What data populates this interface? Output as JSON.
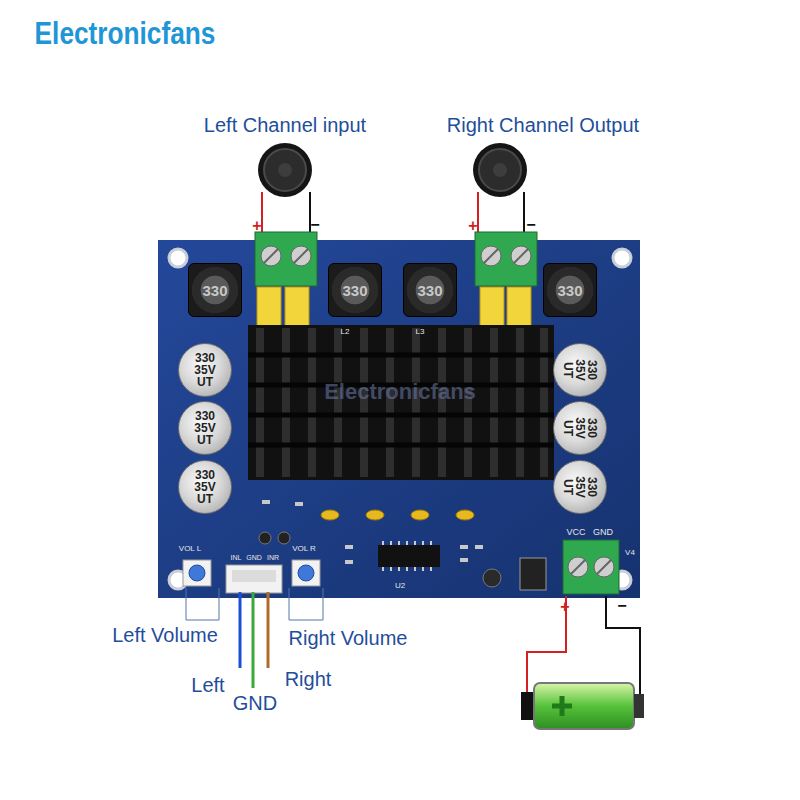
{
  "diagram": {
    "nodes": [
      {
        "text": [
          "330"
        ]
      },
      {
        "text": [
          "330"
        ]
      },
      {
        "text": [
          "330"
        ]
      },
      {
        "text": [
          "330"
        ]
      },
      {
        "text": [
          "330 35V UT"
        ]
      },
      {
        "text": [
          "330 35V UT"
        ]
      },
      {
        "text": [
          "330 35V UT"
        ]
      },
      {
        "text": [
          "330 35V UT"
        ]
      },
      {
        "text": [
          "330 35V UT"
        ]
      },
      {
        "text": [
          "330 35V UT"
        ]
      }
    ],
    "labels": [
      "Electronicfans",
      "Left Channel input",
      "Right Channel Output",
      "+",
      "−",
      "+",
      "−",
      "Electronicfans",
      "L2",
      "L3",
      "VOL L",
      "INL",
      "GND",
      "INR",
      "VOL R",
      "U2",
      "VCC",
      "GND",
      "V4",
      "Left Volume",
      "Right Volume",
      "Left",
      "GND",
      "Right",
      "+",
      "−"
    ]
  }
}
